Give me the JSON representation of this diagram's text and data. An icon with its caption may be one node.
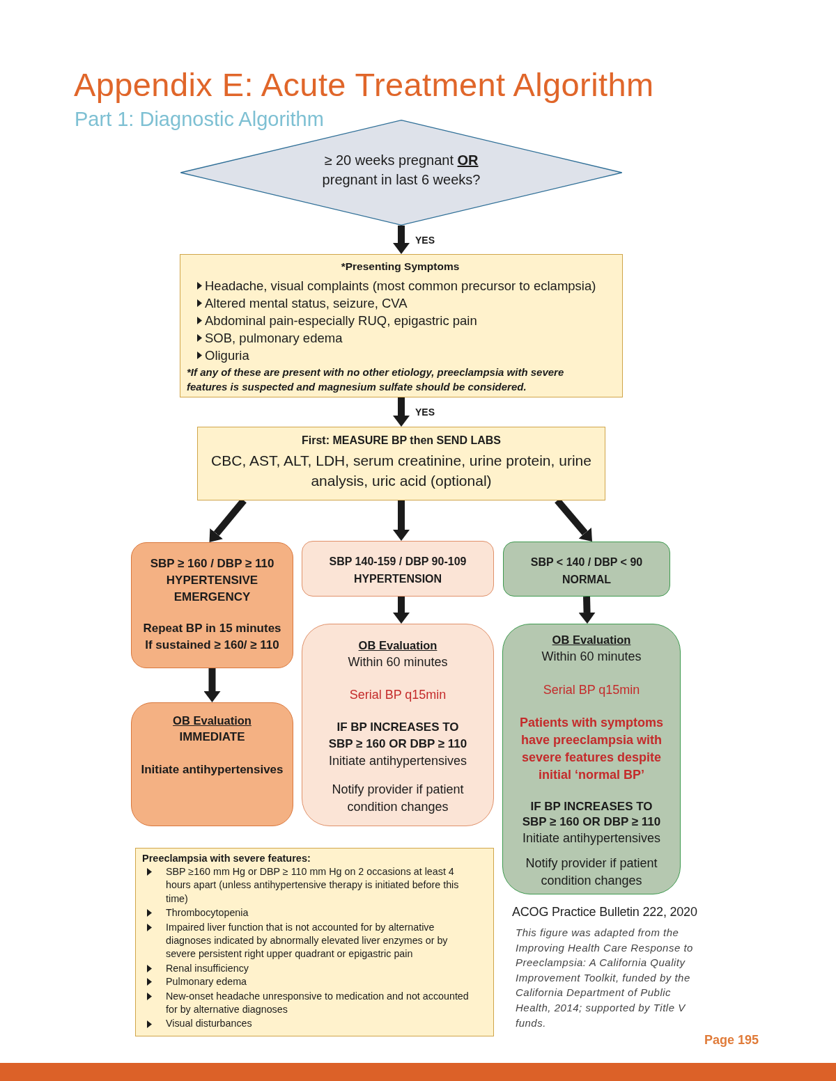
{
  "diagram": {
    "title": "Appendix E: Acute Treatment Algorithm",
    "nodes": [
      {
        "text": [
          "≥ 20 weeks pregnant **OR** pregnant in last 6 weeks?"
        ]
      },
      {
        "text": [
          "*Presenting Symptoms",
          "Headache, visual complaints (most common precursor to eclampsia)",
          "Altered mental status, seizure, CVA",
          "Abdominal pain-especially RUQ, epigastric pain",
          "SOB, pulmonary edema",
          "Oliguria",
          "*If any of these are present with no other etiology, preeclampsia with severe features is suspected and magnesium sulfate should be considered."
        ]
      },
      {
        "text": [
          "First: MEASURE BP then SEND LABS",
          "CBC, AST, ALT, LDH, serum creatinine, urine protein, urine analysis, uric acid (optional)"
        ]
      },
      {
        "text": [
          "SBP ≥ 160 / DBP ≥ 110 HYPERTENSIVE EMERGENCY",
          "Repeat BP in 15 minutes If sustained ≥ 160/ ≥ 110"
        ]
      },
      {
        "text": [
          "SBP 140-159 / DBP 90-109 HYPERTENSION"
        ]
      },
      {
        "text": [
          "SBP < 140 / DBP < 90 NORMAL"
        ]
      },
      {
        "text": [
          "OB Evaluation",
          "IMMEDIATE",
          "Initiate antihypertensives"
        ]
      },
      {
        "text": [
          "OB Evaluation",
          "Within 60 minutes",
          "Serial BP q15min",
          "IF BP INCREASES TO SBP ≥ 160 OR DBP ≥ 110",
          "Initiate antihypertensives",
          "Notify provider if patient condition changes"
        ]
      },
      {
        "text": [
          "OB Evaluation",
          "Within 60 minutes",
          "Serial BP q15min",
          "Patients with symptoms have preeclampsia with severe features despite initial ‘normal BP’",
          "IF BP INCREASES TO SBP ≥ 160 OR DBP ≥ 110",
          "Initiate antihypertensives",
          "Notify provider if patient condition changes"
        ]
      },
      {
        "text": [
          "Preeclampsia with severe features:",
          "SBP ≥160 mm Hg or DBP ≥ 110 mm Hg on 2 occasions at least 4 hours apart (unless antihypertensive therapy is initiated before this time)",
          "Thrombocytopenia",
          "Impaired liver function that is not accounted for by alternative diagnoses indicated by abnormally elevated liver enzymes or by severe persistent right upper quadrant or epigastric pain",
          "Renal insufficiency",
          "Pulmonary edema",
          "New-onset headache unresponsive to medication and not accounted for by alternative diagnoses",
          "Visual disturbances"
        ]
      }
    ],
    "edges": [
      {
        "from": 0,
        "to": 1,
        "arrow": "to",
        "label": "YES"
      },
      {
        "from": 1,
        "to": 2,
        "arrow": "to",
        "label": "YES"
      },
      {
        "from": 2,
        "to": 3,
        "arrow": "to"
      },
      {
        "from": 2,
        "to": 4,
        "arrow": "to"
      },
      {
        "from": 2,
        "to": 5,
        "arrow": "to"
      },
      {
        "from": 3,
        "to": 6,
        "arrow": "to"
      },
      {
        "from": 4,
        "to": 7,
        "arrow": "to"
      },
      {
        "from": 5,
        "to": 8,
        "arrow": "to"
      }
    ],
    "labels": [
      "Part 1: Diagnostic Algorithm",
      "ACOG Practice Bulletin 222, 2020",
      "This figure was adapted from the Improving Health Care Response to Preeclampsia: A California Quality Improvement Toolkit, funded by the California Department of Public Health, 2014; supported by Title V funds.",
      "Page 195"
    ]
  }
}
